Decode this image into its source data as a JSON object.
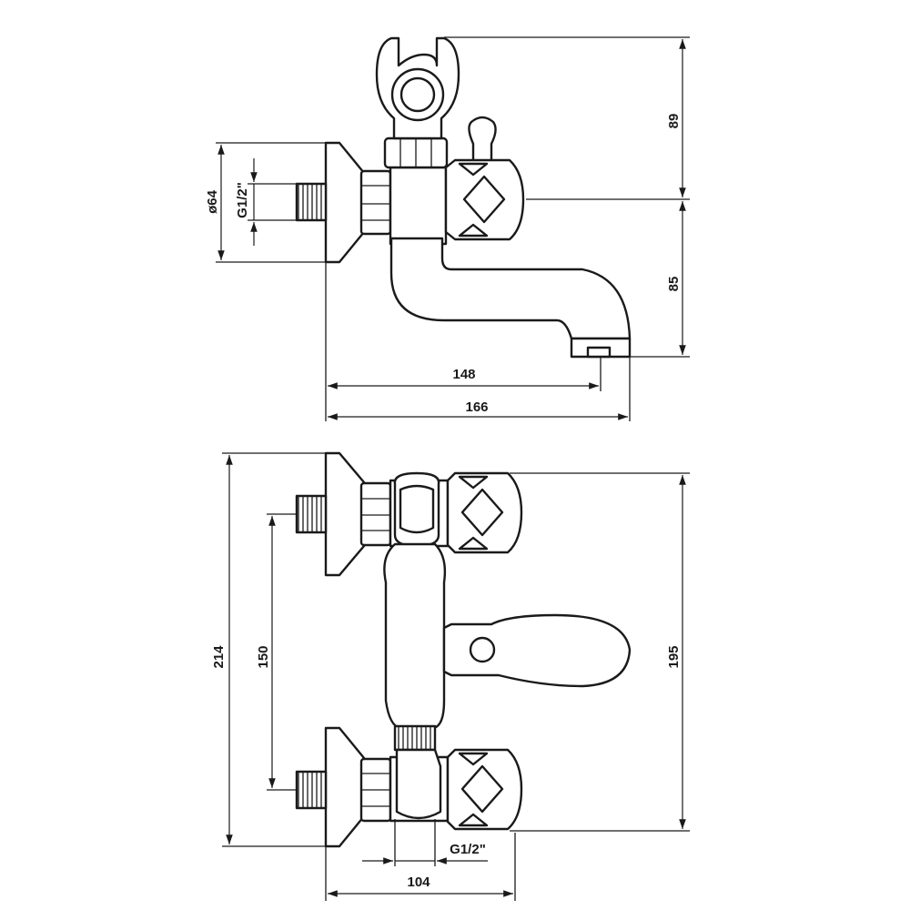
{
  "top_view": {
    "dim_height_top": "89",
    "dim_height_bottom": "85",
    "dim_diameter": "ø64",
    "dim_thread": "G1/2\"",
    "dim_spout_reach": "148",
    "dim_total_depth": "166"
  },
  "front_view": {
    "dim_total_height": "214",
    "dim_inlet_spacing": "150",
    "dim_handle_height": "195",
    "dim_outlet_thread": "G1/2\"",
    "dim_width": "104"
  }
}
